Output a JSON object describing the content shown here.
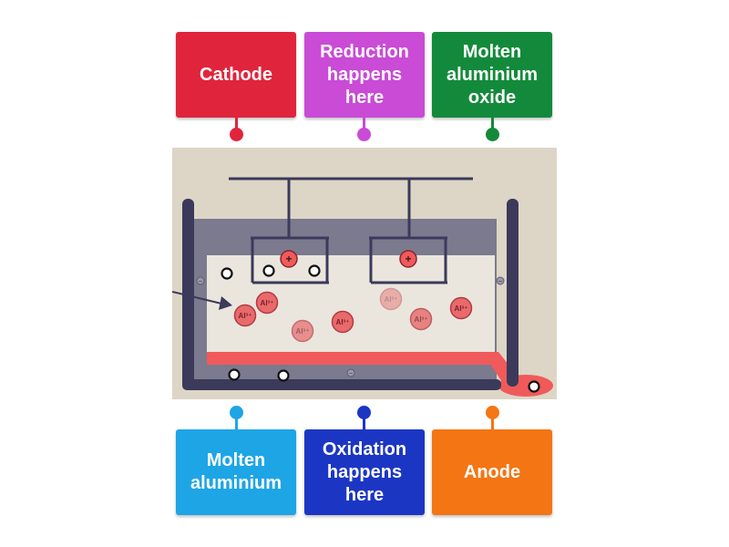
{
  "labels": {
    "top": [
      {
        "text": "Cathode",
        "color": "#e0243c"
      },
      {
        "text": "Reduction\nhappens\nhere",
        "color": "#c94bd6"
      },
      {
        "text": "Molten\naluminium\noxide",
        "color": "#138a3b"
      }
    ],
    "bottom": [
      {
        "text": "Molten\naluminium",
        "color": "#1ea5e6"
      },
      {
        "text": "Oxidation\nhappens\nhere",
        "color": "#1c36c4"
      },
      {
        "text": "Anode",
        "color": "#f47514"
      }
    ]
  },
  "diagram": {
    "background_color": "#ddd6c6",
    "tank_color": "#3b3a5a",
    "electrolyte_color": "#eae6dd",
    "molten_metal_color": "#f05a5a",
    "ion_label": "Al³⁺",
    "anode_sign": "+",
    "cathode_sign": "−"
  }
}
